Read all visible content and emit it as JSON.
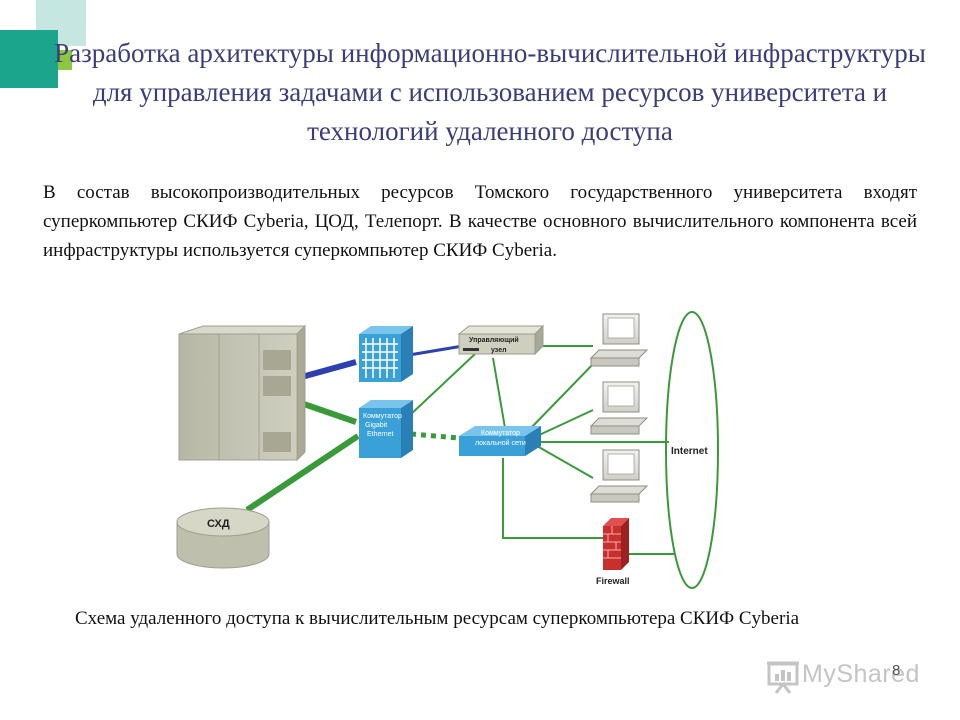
{
  "slide": {
    "title": "Разработка архитектуры информационно-вычислительной инфраструктуры для управления задачами с использованием ресурсов университета и технологий удаленного доступа",
    "intro": "В состав высокопроизводительных ресурсов Томского государственного университета входят суперкомпьютер СКИФ Cyberia, ЦОД, Телепорт. В качестве основного вычислительного компонента всей инфраструктуры используется суперкомпьютер СКИФ Cyberia.",
    "caption": "Схема удаленного доступа к вычислительным ресурсам суперкомпьютера СКИФ Cyberia",
    "page_number": "8",
    "watermark": "MyShared"
  },
  "diagram": {
    "nodes": {
      "storage": "СХД",
      "control_node": [
        "Управляющий",
        "узел"
      ],
      "gigabit_switch": [
        "Коммутатор",
        "Gigabit",
        "Ethernet"
      ],
      "lan_switch": [
        "Коммутатор",
        "локальной сети"
      ],
      "internet": "Internet",
      "firewall": "Firewall"
    }
  },
  "colors": {
    "title": "#3a3d7a",
    "deco_teal": "#1aa58c",
    "deco_light": "#c6e7e1",
    "deco_lime": "#8dc63f",
    "link_green": "#3a9a3a",
    "link_blue": "#2e3fb0",
    "switch_blue": "#3aa1d8"
  }
}
